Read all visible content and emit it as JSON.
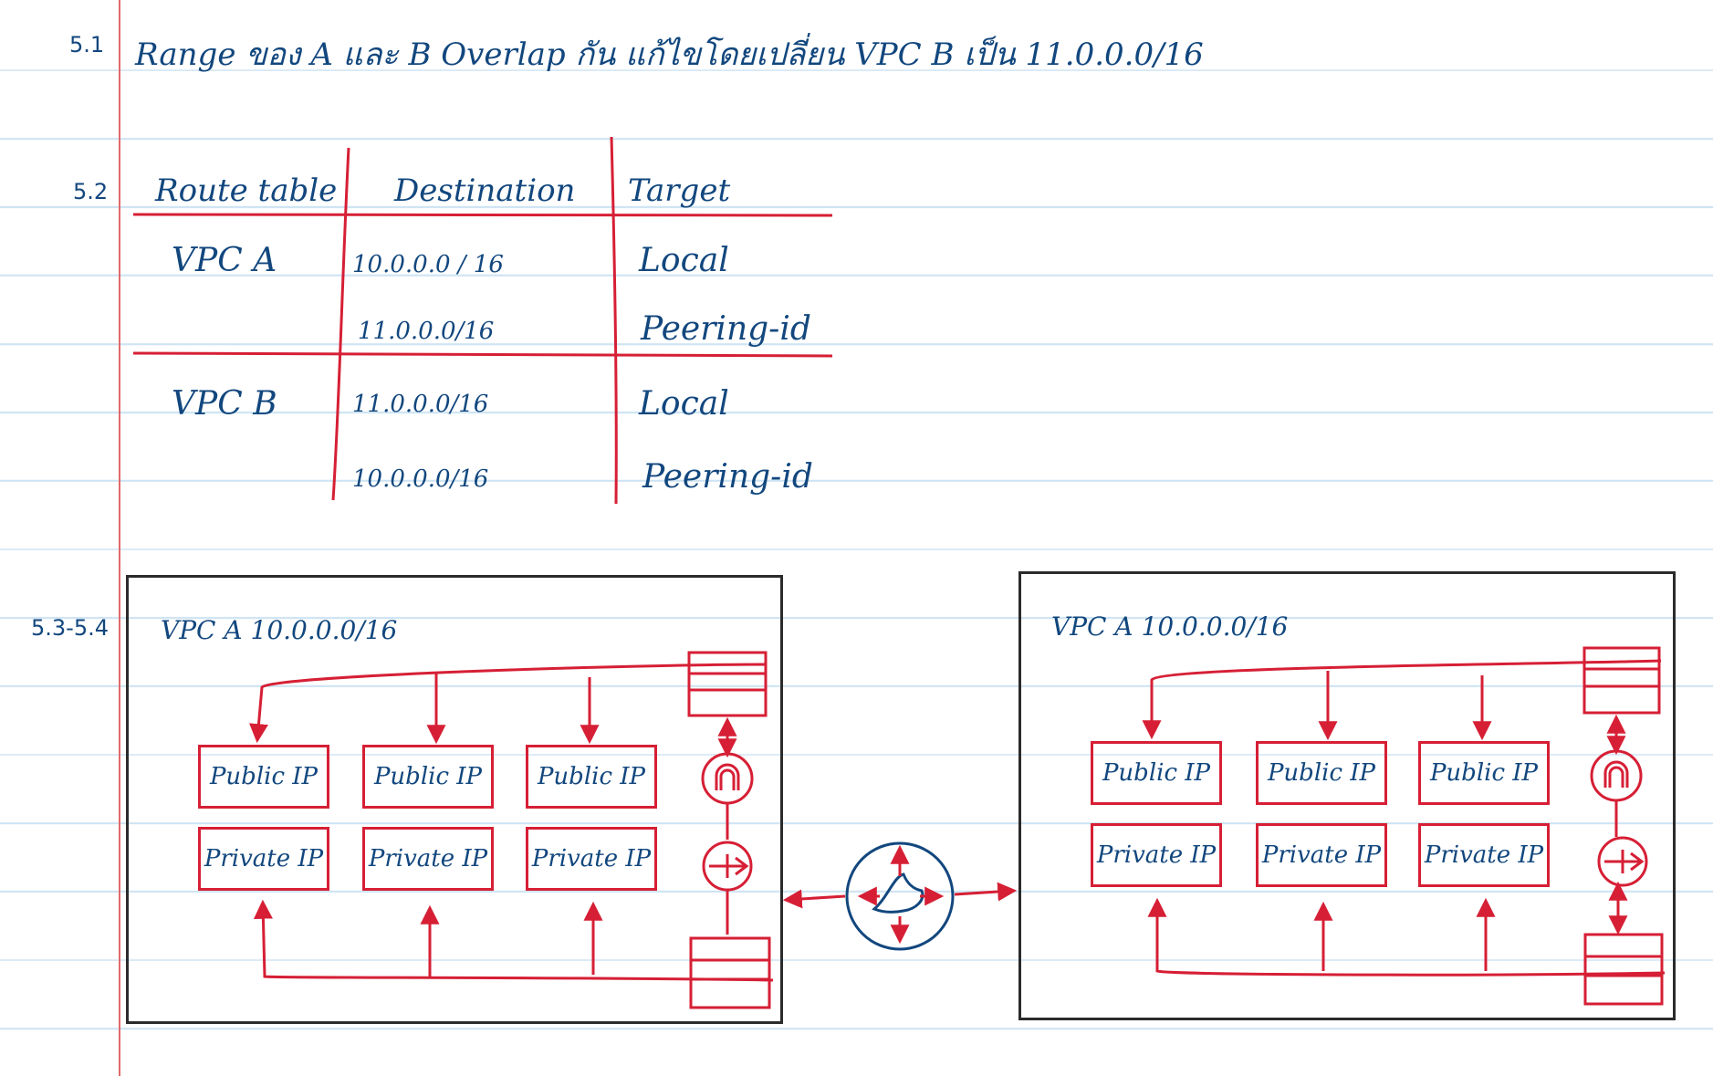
{
  "sections": {
    "s51_number": "5.1",
    "s51_text": "Range ของ A และ B Overlap กัน แก้ไขโดยเปลี่ยน VPC B เป็น 11.0.0.0/16",
    "s52_number": "5.2",
    "s53_number": "5.3-5.4"
  },
  "route_table": {
    "headers": [
      "Route table",
      "Destination",
      "Target"
    ],
    "rows": [
      {
        "route_table": "VPC A",
        "destination": "10.0.0.0 / 16",
        "target": "Local"
      },
      {
        "route_table": "",
        "destination": "11.0.0.0/16",
        "target": "Peering-id"
      },
      {
        "route_table": "VPC B",
        "destination": "11.0.0.0/16",
        "target": "Local"
      },
      {
        "route_table": "",
        "destination": "10.0.0.0/16",
        "target": "Peering-id"
      }
    ]
  },
  "diagram": {
    "vpc_left": {
      "title": "VPC A 10.0.0.0/16",
      "public_label": "Public IP",
      "private_label": "Private IP"
    },
    "vpc_right": {
      "title": "VPC A 10.0.0.0/16",
      "public_label": "Public IP",
      "private_label": "Private IP"
    },
    "icons": [
      "route-table-icon",
      "internet-gateway-icon",
      "router-icon",
      "vpc-peering-icon"
    ],
    "colors": {
      "ink_blue": "#12477e",
      "ink_red": "#d61f35",
      "box_border": "#2b2b2b",
      "margin_red": "#e06a6a",
      "rule_blue": "#cfe4f3"
    }
  }
}
